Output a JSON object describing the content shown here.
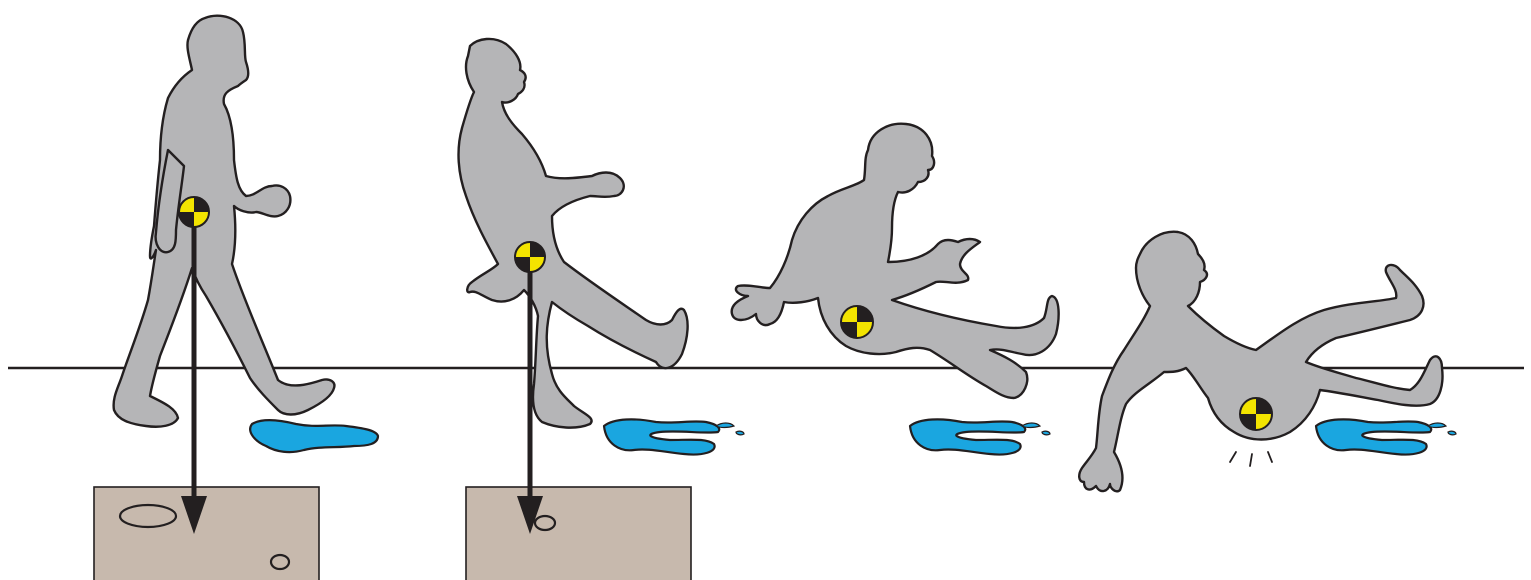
{
  "colors": {
    "body": "#b5b5b7",
    "outline": "#231f20",
    "water": "#1aa6e0",
    "box": "#c7b9ad",
    "marker": "#f3e400",
    "background": "#ffffff"
  },
  "figures": [
    {
      "stage": "walking",
      "has_center_of_gravity_marker": true,
      "has_downward_force_arrow": true
    },
    {
      "stage": "slipping",
      "has_center_of_gravity_marker": true,
      "has_downward_force_arrow": true
    },
    {
      "stage": "airborne",
      "has_center_of_gravity_marker": true,
      "has_downward_force_arrow": false
    },
    {
      "stage": "impact",
      "has_center_of_gravity_marker": true,
      "has_downward_force_arrow": false
    }
  ],
  "support_boxes": [
    {
      "pebbles": 2
    },
    {
      "pebbles": 1
    }
  ],
  "water_puddles": 4
}
